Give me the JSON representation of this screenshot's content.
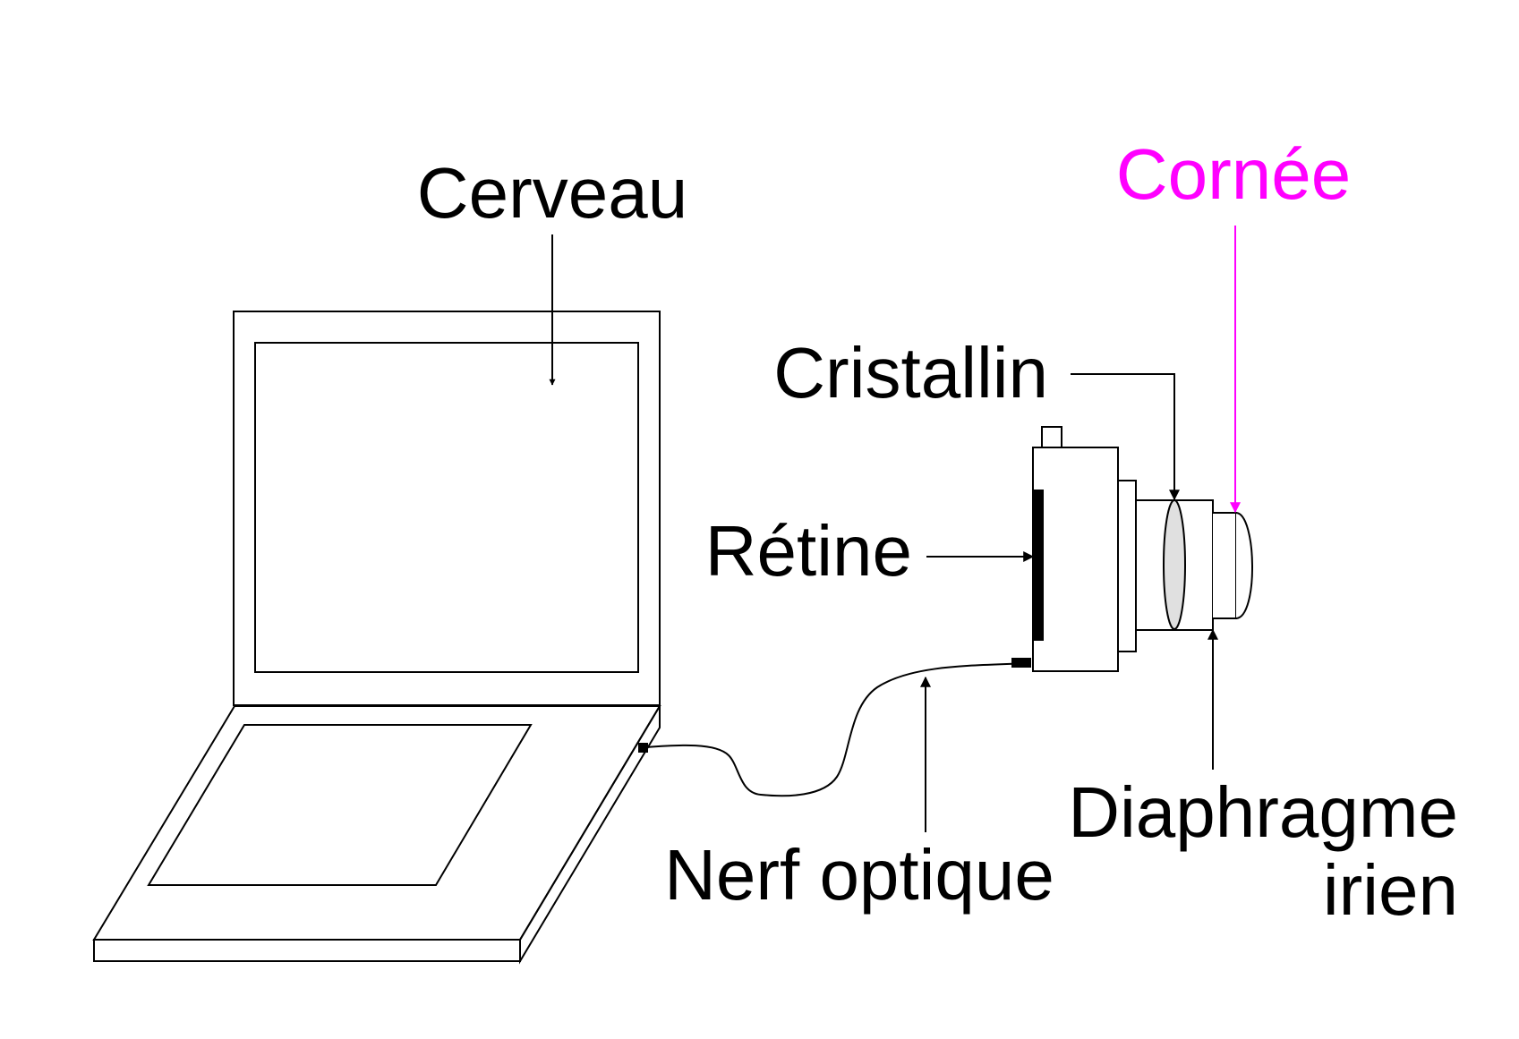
{
  "labels": {
    "cerveau": "Cerveau",
    "cornee": "Cornée",
    "cristallin": "Cristallin",
    "retine": "Rétine",
    "nerf_optique": "Nerf optique",
    "diaphragme_line1": "Diaphragme",
    "diaphragme_line2": "irien"
  },
  "colors": {
    "ink": "#000000",
    "highlight": "#ff00ff",
    "lens": "#e0e0e0"
  },
  "icons": {
    "computer": "laptop-icon",
    "eye_model": "camera-icon"
  }
}
